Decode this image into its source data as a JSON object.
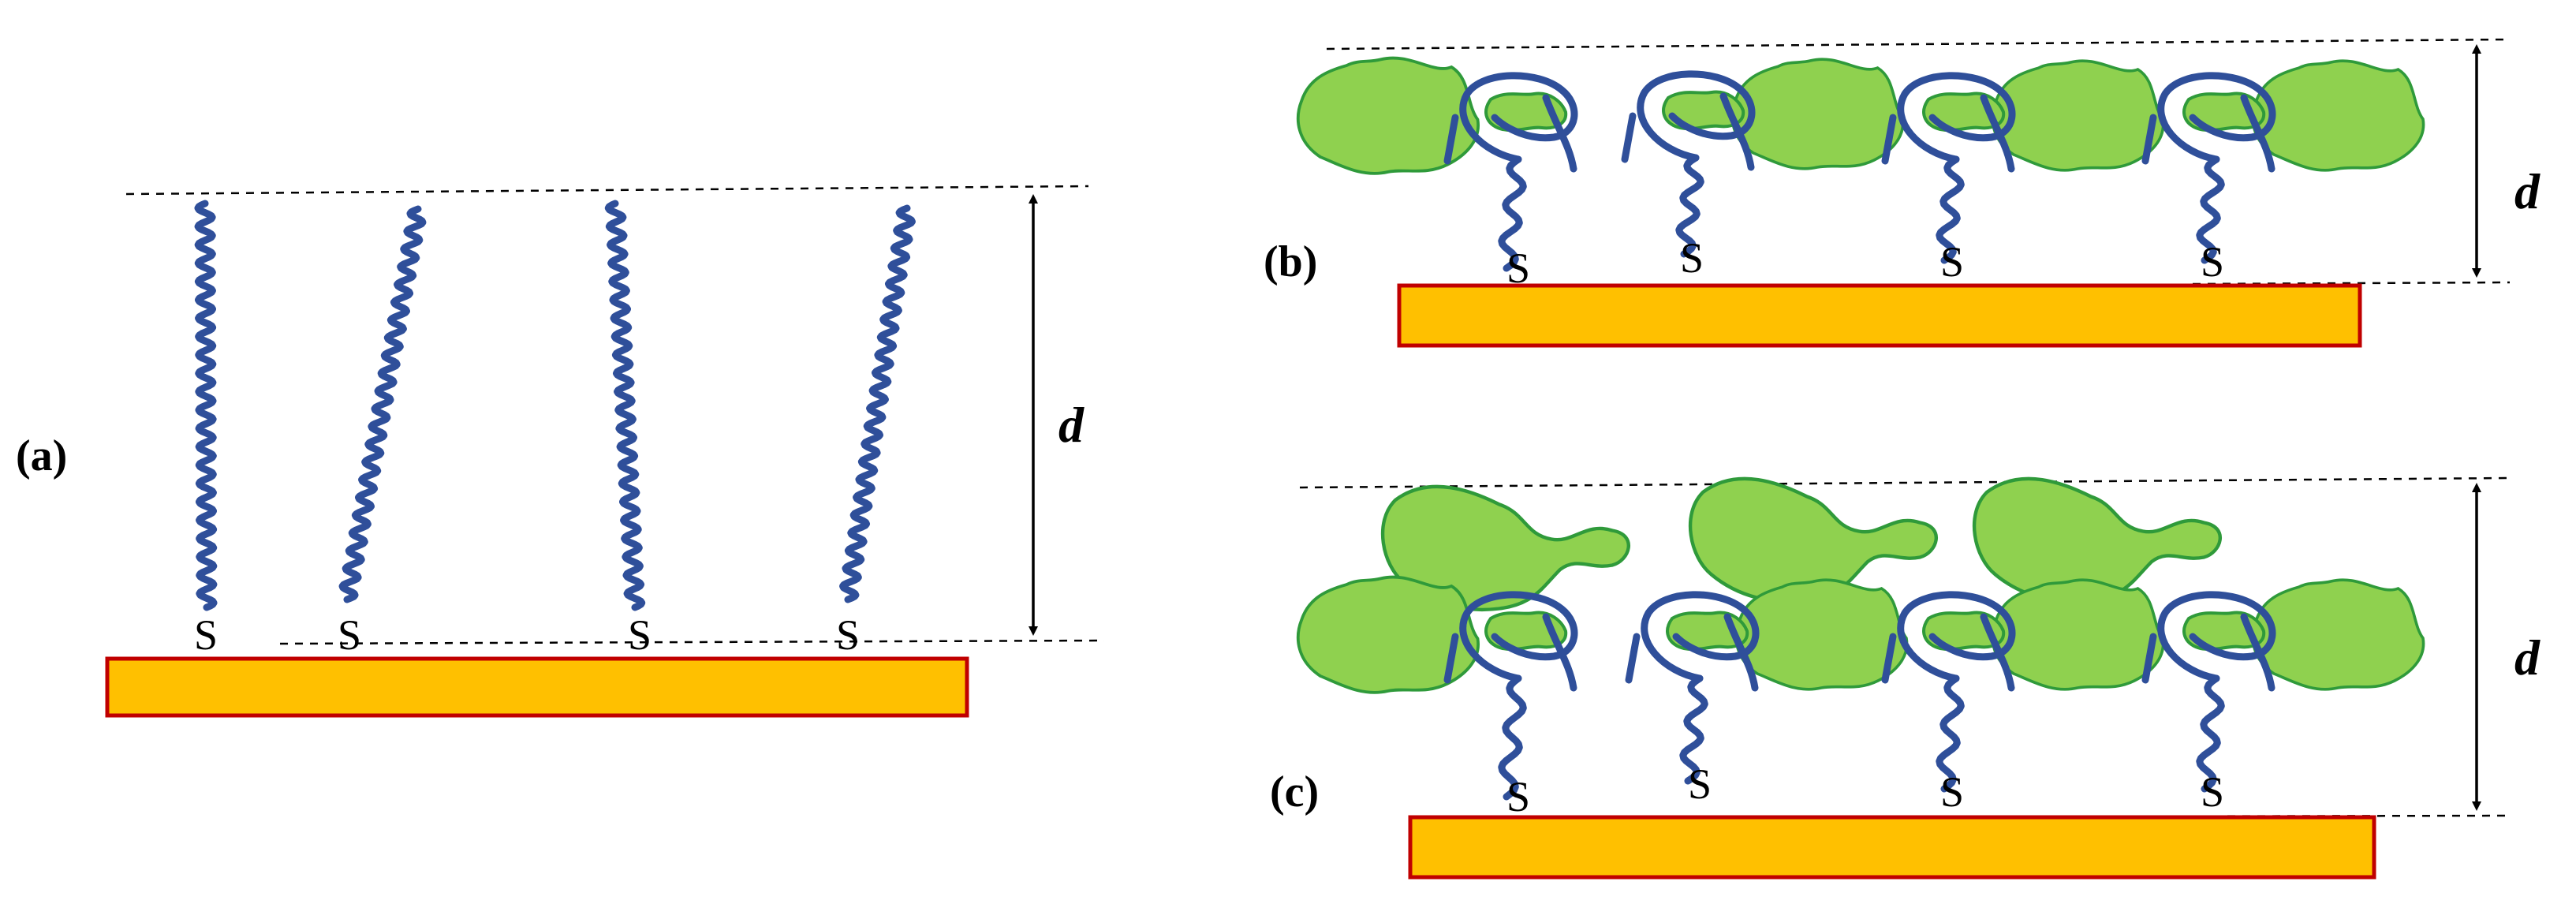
{
  "panels": [
    {
      "id": "a",
      "label": "(a)",
      "distance_label": "d",
      "sulfur_label": "S"
    },
    {
      "id": "b",
      "label": "(b)",
      "distance_label": "d",
      "sulfur_label": "S"
    },
    {
      "id": "c",
      "label": "(c)",
      "distance_label": "d",
      "sulfur_label": "S"
    }
  ],
  "colors": {
    "substrate_fill": "#ffc000",
    "substrate_border": "#c00000",
    "chain": "#2f4f9a",
    "protein_fill": "#8fd14f",
    "protein_border": "#2f9a3a"
  }
}
